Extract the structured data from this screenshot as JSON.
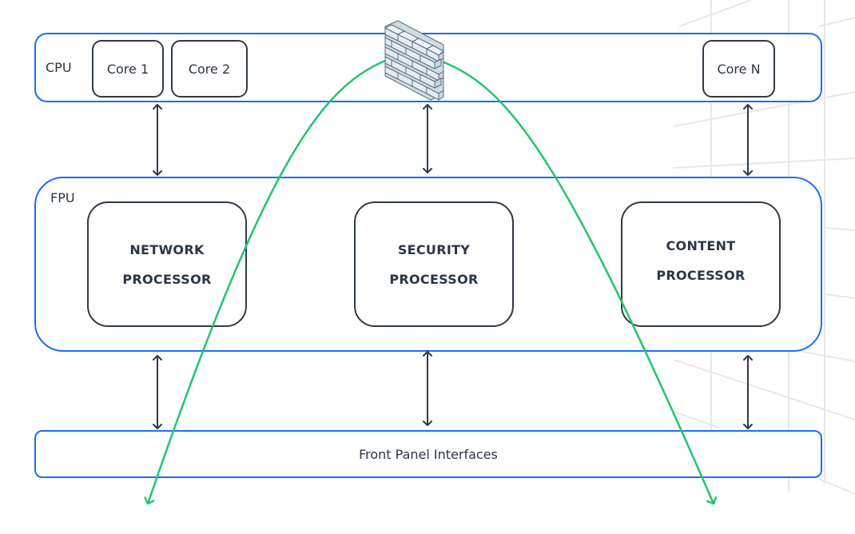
{
  "diagram": {
    "cpu": {
      "label": "CPU",
      "cores": [
        {
          "label": "Core 1"
        },
        {
          "label": "Core 2"
        },
        {
          "label": "Core N"
        }
      ]
    },
    "fpu": {
      "label": "FPU",
      "processors": [
        {
          "line1": "NETWORK",
          "line2": "PROCESSOR"
        },
        {
          "line1": "SECURITY",
          "line2": "PROCESSOR"
        },
        {
          "line1": "CONTENT",
          "line2": "PROCESSOR"
        }
      ]
    },
    "front_panel": {
      "label": "Front Panel Interfaces"
    },
    "firewall_icon": "brick-wall-firewall-icon",
    "connections": [
      {
        "from": "Core 1",
        "to": "FPU",
        "type": "bidirectional"
      },
      {
        "from": "CPU",
        "to": "FPU",
        "type": "bidirectional"
      },
      {
        "from": "Core N",
        "to": "FPU",
        "type": "bidirectional"
      },
      {
        "from": "FPU",
        "to": "Front Panel Interfaces",
        "type": "bidirectional"
      },
      {
        "from": "FPU",
        "to": "Front Panel Interfaces",
        "type": "bidirectional"
      },
      {
        "from": "FPU",
        "to": "Front Panel Interfaces",
        "type": "bidirectional"
      }
    ],
    "traffic_flow": {
      "description": "Traffic arcs up from the bottom-left through the firewall and back down to the bottom-right",
      "color": "#22c46e"
    },
    "colors": {
      "container_border": "#1a6ef5",
      "box_border": "#2f3a48",
      "text": "#2b3645",
      "flow_arrow": "#22c46e",
      "background_grid": "#e8e8ea"
    }
  }
}
